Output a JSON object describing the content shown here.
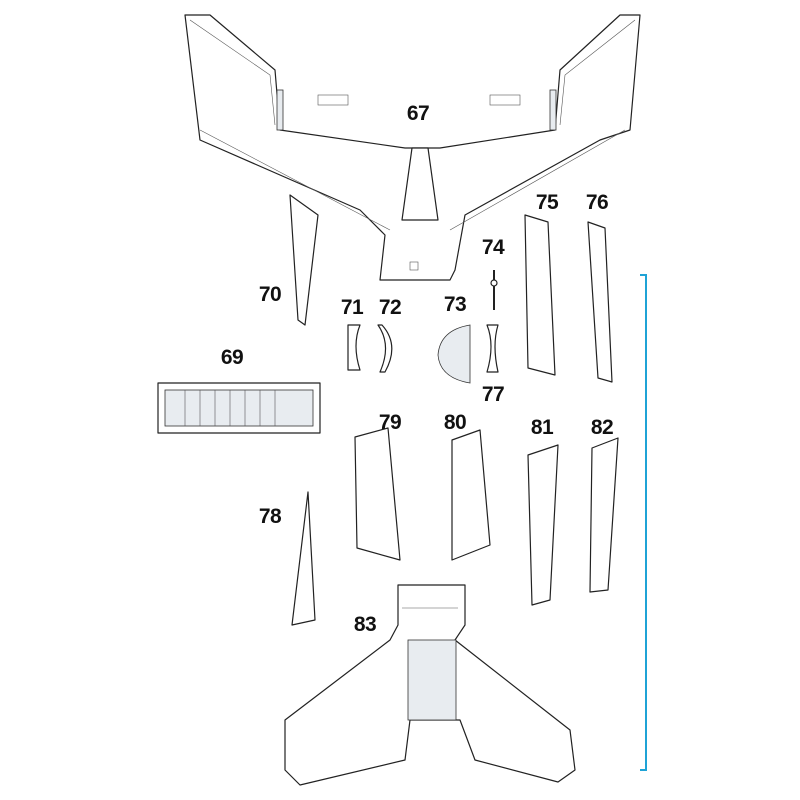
{
  "title": "Parts diagram",
  "parts": [
    {
      "id": "p67",
      "label": "67"
    },
    {
      "id": "p69",
      "label": "69"
    },
    {
      "id": "p70",
      "label": "70"
    },
    {
      "id": "p71",
      "label": "71"
    },
    {
      "id": "p72",
      "label": "72"
    },
    {
      "id": "p73",
      "label": "73"
    },
    {
      "id": "p74",
      "label": "74"
    },
    {
      "id": "p75",
      "label": "75"
    },
    {
      "id": "p76",
      "label": "76"
    },
    {
      "id": "p77",
      "label": "77"
    },
    {
      "id": "p78",
      "label": "78"
    },
    {
      "id": "p79",
      "label": "79"
    },
    {
      "id": "p80",
      "label": "80"
    },
    {
      "id": "p81",
      "label": "81"
    },
    {
      "id": "p82",
      "label": "82"
    },
    {
      "id": "p83",
      "label": "83"
    }
  ],
  "colors": {
    "bracket": "#1fa3d6",
    "line": "#222222"
  }
}
